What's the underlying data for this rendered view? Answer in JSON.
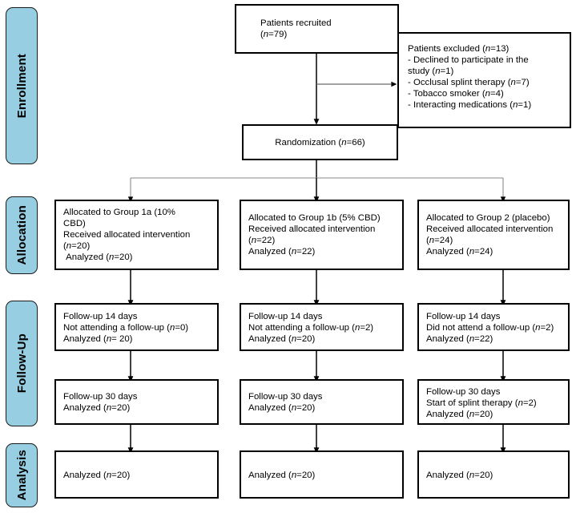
{
  "diagram": {
    "title": "CONSORT participant flow diagram",
    "accent_color": "#97cee1",
    "border_color": "#000000",
    "background_color": "#ffffff"
  },
  "stages": [
    {
      "id": "enrollment",
      "label": "Enrollment"
    },
    {
      "id": "allocation",
      "label": "Allocation"
    },
    {
      "id": "followup",
      "label": "Follow-Up"
    },
    {
      "id": "analysis",
      "label": "Analysis"
    }
  ],
  "nodes": {
    "recruited": {
      "text": "Patients recruited\n(n=79)"
    },
    "excluded": {
      "text": "Patients excluded (n=13)\n- Declined to participate in the\nstudy (n=1)\n- Occlusal splint therapy (n=7)\n- Tobacco smoker (n=4)\n- Interacting medications (n=1)"
    },
    "randomization": {
      "text": "Randomization (n=66)"
    },
    "alloc_1a": {
      "text": "Allocated to Group 1a (10%\nCBD)\nReceived allocated intervention\n(n=20)\n Analyzed (n=20)"
    },
    "alloc_1b": {
      "text": "Allocated to Group 1b (5% CBD)\nReceived allocated intervention\n(n=22)\nAnalyzed (n=22)"
    },
    "alloc_2": {
      "text": "Allocated to Group 2 (placebo)\nReceived allocated intervention\n(n=24)\nAnalyzed (n=24)"
    },
    "fu14_1a": {
      "text": "Follow-up 14 days\nNot attending a follow-up (n=0)\nAnalyzed (n= 20)"
    },
    "fu14_1b": {
      "text": "Follow-up 14 days\nNot attending a follow-up (n=2)\nAnalyzed (n=20)"
    },
    "fu14_2": {
      "text": "Follow-up 14 days\nDid not attend a follow-up (n=2)\nAnalyzed (n=22)"
    },
    "fu30_1a": {
      "text": "Follow-up 30 days\nAnalyzed (n=20)"
    },
    "fu30_1b": {
      "text": "Follow-up 30 days\nAnalyzed (n=20)"
    },
    "fu30_2": {
      "text": "Follow-up 30 days\nStart of splint therapy (n=2)\nAnalyzed (n=20)"
    },
    "an_1a": {
      "text": "Analyzed (n=20)"
    },
    "an_1b": {
      "text": "Analyzed (n=20)"
    },
    "an_2": {
      "text": "Analyzed (n=20)"
    }
  },
  "chart_data": {
    "type": "diagram",
    "title": "CONSORT flow of participants",
    "stages": [
      "Enrollment",
      "Allocation",
      "Follow-Up",
      "Analysis"
    ],
    "counts": {
      "recruited": 79,
      "excluded_total": 13,
      "excluded_reasons": [
        {
          "reason": "Declined to participate in the study",
          "n": 1
        },
        {
          "reason": "Occlusal splint therapy",
          "n": 7
        },
        {
          "reason": "Tobacco smoker",
          "n": 4
        },
        {
          "reason": "Interacting medications",
          "n": 1
        }
      ],
      "randomized": 66,
      "arms": [
        {
          "name": "Group 1a (10% CBD)",
          "allocated": 20,
          "analyzed_allocation": 20,
          "fu14_lost": 0,
          "fu14_analyzed": 20,
          "fu30_analyzed": 20,
          "final_analyzed": 20
        },
        {
          "name": "Group 1b (5% CBD)",
          "allocated": 22,
          "analyzed_allocation": 22,
          "fu14_lost": 2,
          "fu14_analyzed": 20,
          "fu30_analyzed": 20,
          "final_analyzed": 20
        },
        {
          "name": "Group 2 (placebo)",
          "allocated": 24,
          "analyzed_allocation": 24,
          "fu14_lost": 2,
          "fu14_analyzed": 22,
          "fu30_splint_therapy": 2,
          "fu30_analyzed": 20,
          "final_analyzed": 20
        }
      ]
    }
  }
}
